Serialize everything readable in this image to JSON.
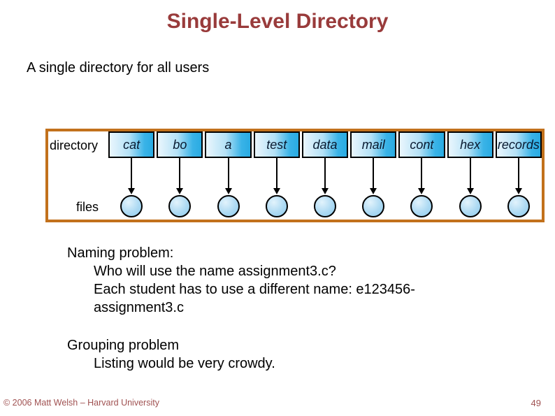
{
  "slide": {
    "title": "Single-Level Directory",
    "subtitle": "A single directory for all users",
    "naming": {
      "heading": "Naming problem:",
      "lines": [
        "Who will use the name assignment3.c?",
        "Each student has to use a different name: e123456-",
        "assignment3.c"
      ]
    },
    "grouping": {
      "heading": "Grouping problem",
      "lines": [
        "Listing would be very crowdy."
      ]
    },
    "footer": {
      "left": "© 2006 Matt Welsh – Harvard University",
      "page_number": "49"
    }
  },
  "diagram": {
    "directory_label": "directory",
    "files_label": "files",
    "entries": [
      "cat",
      "bo",
      "a",
      "test",
      "data",
      "mail",
      "cont",
      "hex",
      "records"
    ]
  },
  "colors": {
    "title": "#993B3B",
    "footer": "#A05252",
    "diagram_border": "#C2711C",
    "box_gradient_start": "#EAF6FD",
    "box_gradient_end": "#29ABE2",
    "circle_fill": "#AEDAF3",
    "background": "#FFFFFF"
  }
}
